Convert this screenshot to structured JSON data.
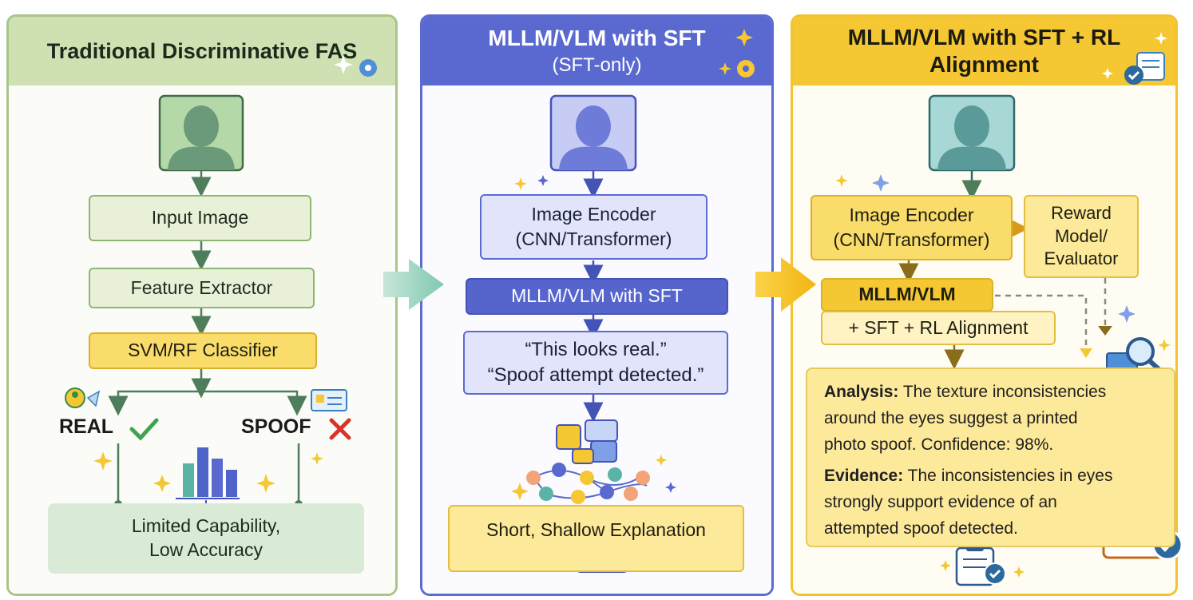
{
  "panels": {
    "traditional": {
      "title": "Traditional Discriminative FAS",
      "input_image": "Input Image",
      "feature_extractor": "Feature Extractor",
      "classifier": "SVM/RF Classifier",
      "real_label": "REAL",
      "spoof_label": "SPOOF",
      "result_line1": "Limited Capability,",
      "result_line2": "Low Accuracy"
    },
    "sft": {
      "title": "MLLM/VLM with SFT",
      "subtitle": "(SFT-only)",
      "encoder_line1": "Image Encoder",
      "encoder_line2": "(CNN/Transformer)",
      "model": "MLLM/VLM with SFT",
      "output_line1": "“This looks real.”",
      "output_line2": "“Spoof attempt detected.”",
      "result": "Short, Shallow Explanation"
    },
    "rl": {
      "title_line1": "MLLM/VLM with SFT + RL",
      "title_line2": "Alignment",
      "encoder_line1": "Image Encoder",
      "encoder_line2": "(CNN/Transformer)",
      "reward_line1": "Reward",
      "reward_line2": "Model/",
      "reward_line3": "Evaluator",
      "model_line1": "MLLM/VLM",
      "model_line2": "+ SFT + RL Alignment",
      "analysis_label": "Analysis:",
      "analysis_line1": " The texture inconsistencies",
      "analysis_line2": "around the eyes suggest a printed",
      "analysis_line3": "photo spoof. Confidence: 98%.",
      "evidence_label": "Evidence:",
      "evidence_line1": " The inconsistencies in eyes",
      "evidence_line2": "strongly support evidence of an",
      "evidence_line3": "attempted spoof detected."
    }
  },
  "colors": {
    "green_accent": "#8fb575",
    "blue_accent": "#5565cc",
    "yellow_accent": "#f5c733",
    "real_check": "#3fa34d",
    "spoof_cross": "#d9342b"
  },
  "icons": [
    "person-icon",
    "check-icon",
    "cross-icon",
    "bar-chart-icon",
    "puzzle-icon",
    "network-graph-icon",
    "magnifier-icon",
    "clipboard-check-icon",
    "sparkle-icon",
    "gear-icon",
    "document-check-icon"
  ]
}
